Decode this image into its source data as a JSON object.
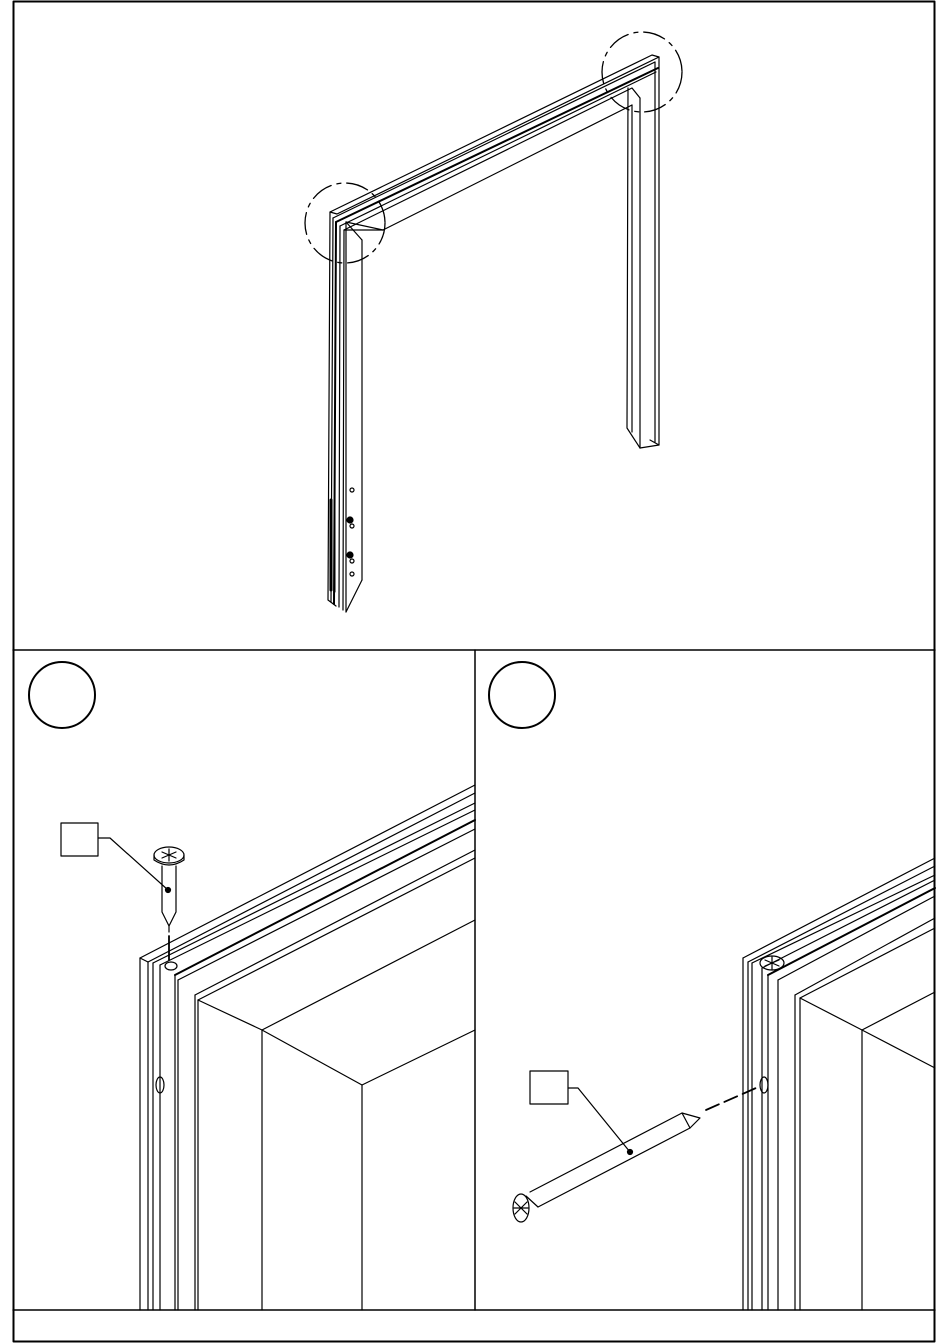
{
  "diagram": {
    "overview": {
      "detail_callouts": 2
    },
    "steps": [
      {
        "part_box_label": "",
        "step_number": "",
        "fastener": "screw-vertical"
      },
      {
        "part_box_label": "",
        "step_number": "",
        "fastener": "screw-horizontal"
      }
    ],
    "footer": {
      "text": ""
    }
  },
  "colors": {
    "line": "#000000",
    "background": "#ffffff"
  }
}
